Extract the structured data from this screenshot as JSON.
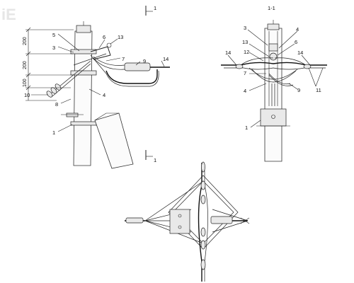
{
  "watermark_text": "iE",
  "section": {
    "top_number": "1",
    "bottom_number": "1",
    "view_title": "1-1"
  },
  "dimensions": [
    "200",
    "200",
    "100"
  ],
  "front_view_labels": [
    "5",
    "3",
    "6",
    "13",
    "7",
    "9",
    "14",
    "10",
    "8",
    "4",
    "1"
  ],
  "section_view_labels": [
    "3",
    "4",
    "13",
    "6",
    "14",
    "12",
    "14",
    "7",
    "4",
    "9",
    "11",
    "1"
  ]
}
